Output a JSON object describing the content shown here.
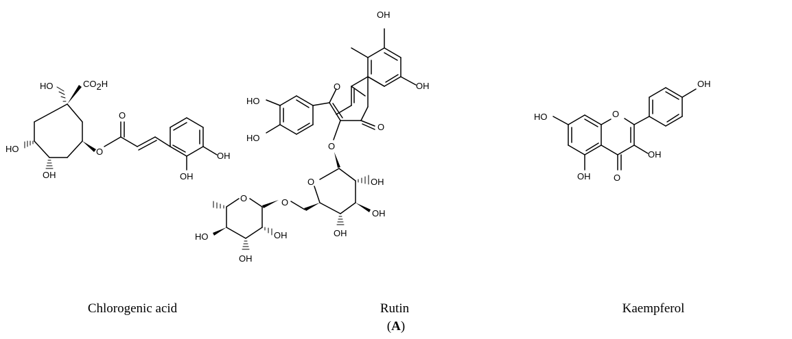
{
  "molecules": [
    {
      "id": "chlorogenic",
      "name": "Chlorogenic acid"
    },
    {
      "id": "rutin",
      "name": "Rutin"
    },
    {
      "id": "kaempferol",
      "name": "Kaempferol"
    }
  ],
  "panel": {
    "open": "(",
    "letter": "A",
    "close": ")"
  },
  "atoms": {
    "oh": "OH",
    "ho": "HO",
    "o": "O",
    "co2h_main": "CO",
    "co2h_sub": "2",
    "co2h_end": "H"
  }
}
